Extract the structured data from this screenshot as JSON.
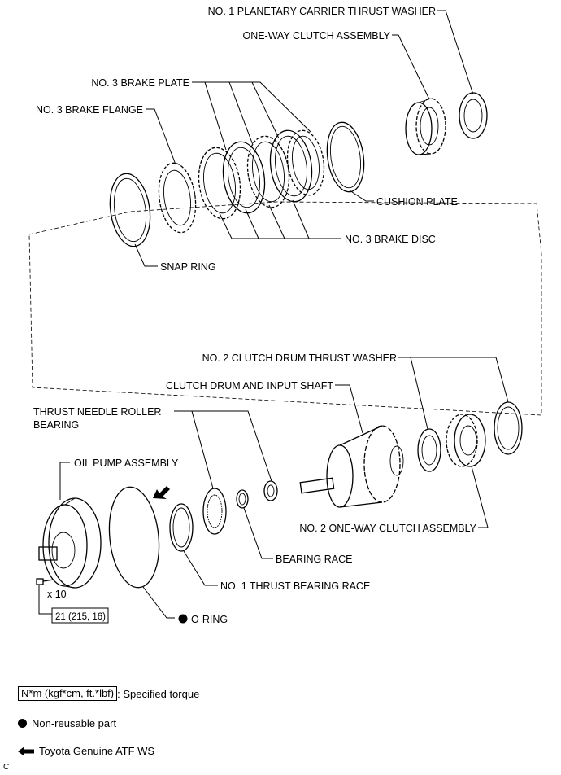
{
  "parts": {
    "planetary_thrust_washer": "NO. 1 PLANETARY CARRIER THRUST WASHER",
    "one_way_clutch": "ONE-WAY CLUTCH ASSEMBLY",
    "brake_plate": "NO. 3 BRAKE PLATE",
    "brake_flange": "NO. 3 BRAKE FLANGE",
    "cushion_plate": "CUSHION PLATE",
    "brake_disc": "NO. 3 BRAKE DISC",
    "snap_ring": "SNAP RING",
    "clutch_drum_thrust_washer": "NO. 2 CLUTCH DRUM THRUST WASHER",
    "clutch_drum_input_shaft": "CLUTCH DRUM AND INPUT SHAFT",
    "thrust_needle_bearing_line1": "THRUST NEEDLE ROLLER",
    "thrust_needle_bearing_line2": "BEARING",
    "oil_pump": "OIL PUMP ASSEMBLY",
    "one_way_clutch_2": "NO. 2 ONE-WAY CLUTCH ASSEMBLY",
    "bearing_race": "BEARING RACE",
    "thrust_bearing_race_1": "NO. 1 THRUST BEARING RACE",
    "o_ring": "O-RING"
  },
  "bolt_count": "x 10",
  "torque_value": "21 (215, 16)",
  "legend": {
    "torque_unit": "N*m (kgf*cm, ft.*lbf)",
    "torque_desc": ": Specified torque",
    "non_reusable": "Non-reusable part",
    "atf": "Toyota Genuine ATF WS"
  },
  "corner_mark": "C",
  "icons": {
    "non_reusable": "filled-circle-icon",
    "atf": "left-arrow-icon"
  }
}
